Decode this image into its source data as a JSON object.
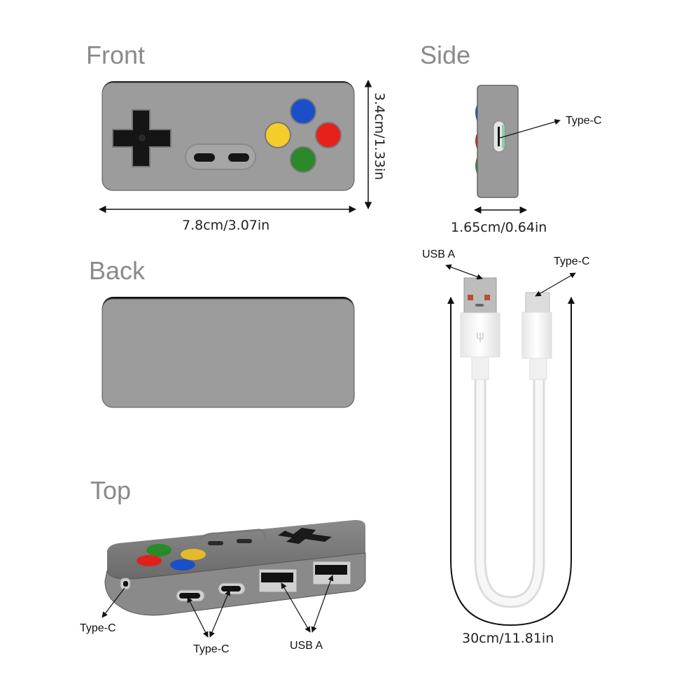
{
  "sections": {
    "front": {
      "title": "Front",
      "width_label": "7.8cm/3.07in",
      "height_label": "3.4cm/1.33in"
    },
    "side": {
      "title": "Side",
      "depth_label": "1.65cm/0.64in",
      "port_label": "Type-C"
    },
    "back": {
      "title": "Back"
    },
    "top": {
      "title": "Top",
      "labels": {
        "left_port": "Type-C",
        "middle_ports": "Type-C",
        "right_ports": "USB A"
      }
    },
    "cable": {
      "usb_a_label": "USB A",
      "type_c_label": "Type-C",
      "length_label": "30cm/11.81in"
    }
  },
  "colors": {
    "body": "#9b9b9b",
    "body_dark": "#6f6f6f",
    "dpad": "#151515",
    "btn_blue": "#1a4fc9",
    "btn_red": "#e8201c",
    "btn_yellow": "#f5cd2a",
    "btn_green": "#2a8a28",
    "title_gray": "#8a8a8a"
  }
}
